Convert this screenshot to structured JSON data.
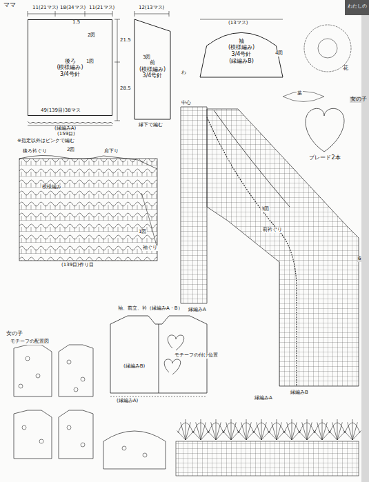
{
  "diagram": {
    "nodes": [
      {
        "text": [
          "後ろ",
          "(模様編み)",
          "3/4号針"
        ]
      },
      {
        "text": [
          "前",
          "(模様編み)",
          "3/4号針"
        ]
      },
      {
        "text": [
          "袖",
          "(模様編み)",
          "3/4号針",
          "(縁編みB)"
        ]
      },
      {
        "text": [
          "花"
        ]
      },
      {
        "text": [
          "ブレード2本"
        ]
      }
    ],
    "labels": [
      "ママ",
      "11(21マス)",
      "18(34マス)",
      "11(21マス)",
      "12(13マス)",
      "1.5",
      "2図",
      "1図",
      "21.5",
      "28.5",
      "49(139目)38マス",
      "(159目)",
      "(縁編みA)",
      "※指定以外はピンクで編む",
      "3図",
      "縁下で編む",
      "(13マス)",
      "4図",
      "葉",
      "わ",
      "後ろ衿ぐり",
      "2図",
      "肩下り",
      "模様編み",
      "1図",
      "袖ぐり",
      "(139目)作り目",
      "中心",
      "3図",
      "前衿ぐり",
      "縁編みA",
      "縁編みB",
      "縁編みA",
      "女の子",
      "モチーフの配置図",
      "袖、前立、衿（縁編みA・B）",
      "(縁編みB)",
      "(縁編みA)",
      "モチーフの付け位置",
      "女の子",
      "わたしの",
      "6"
    ]
  }
}
